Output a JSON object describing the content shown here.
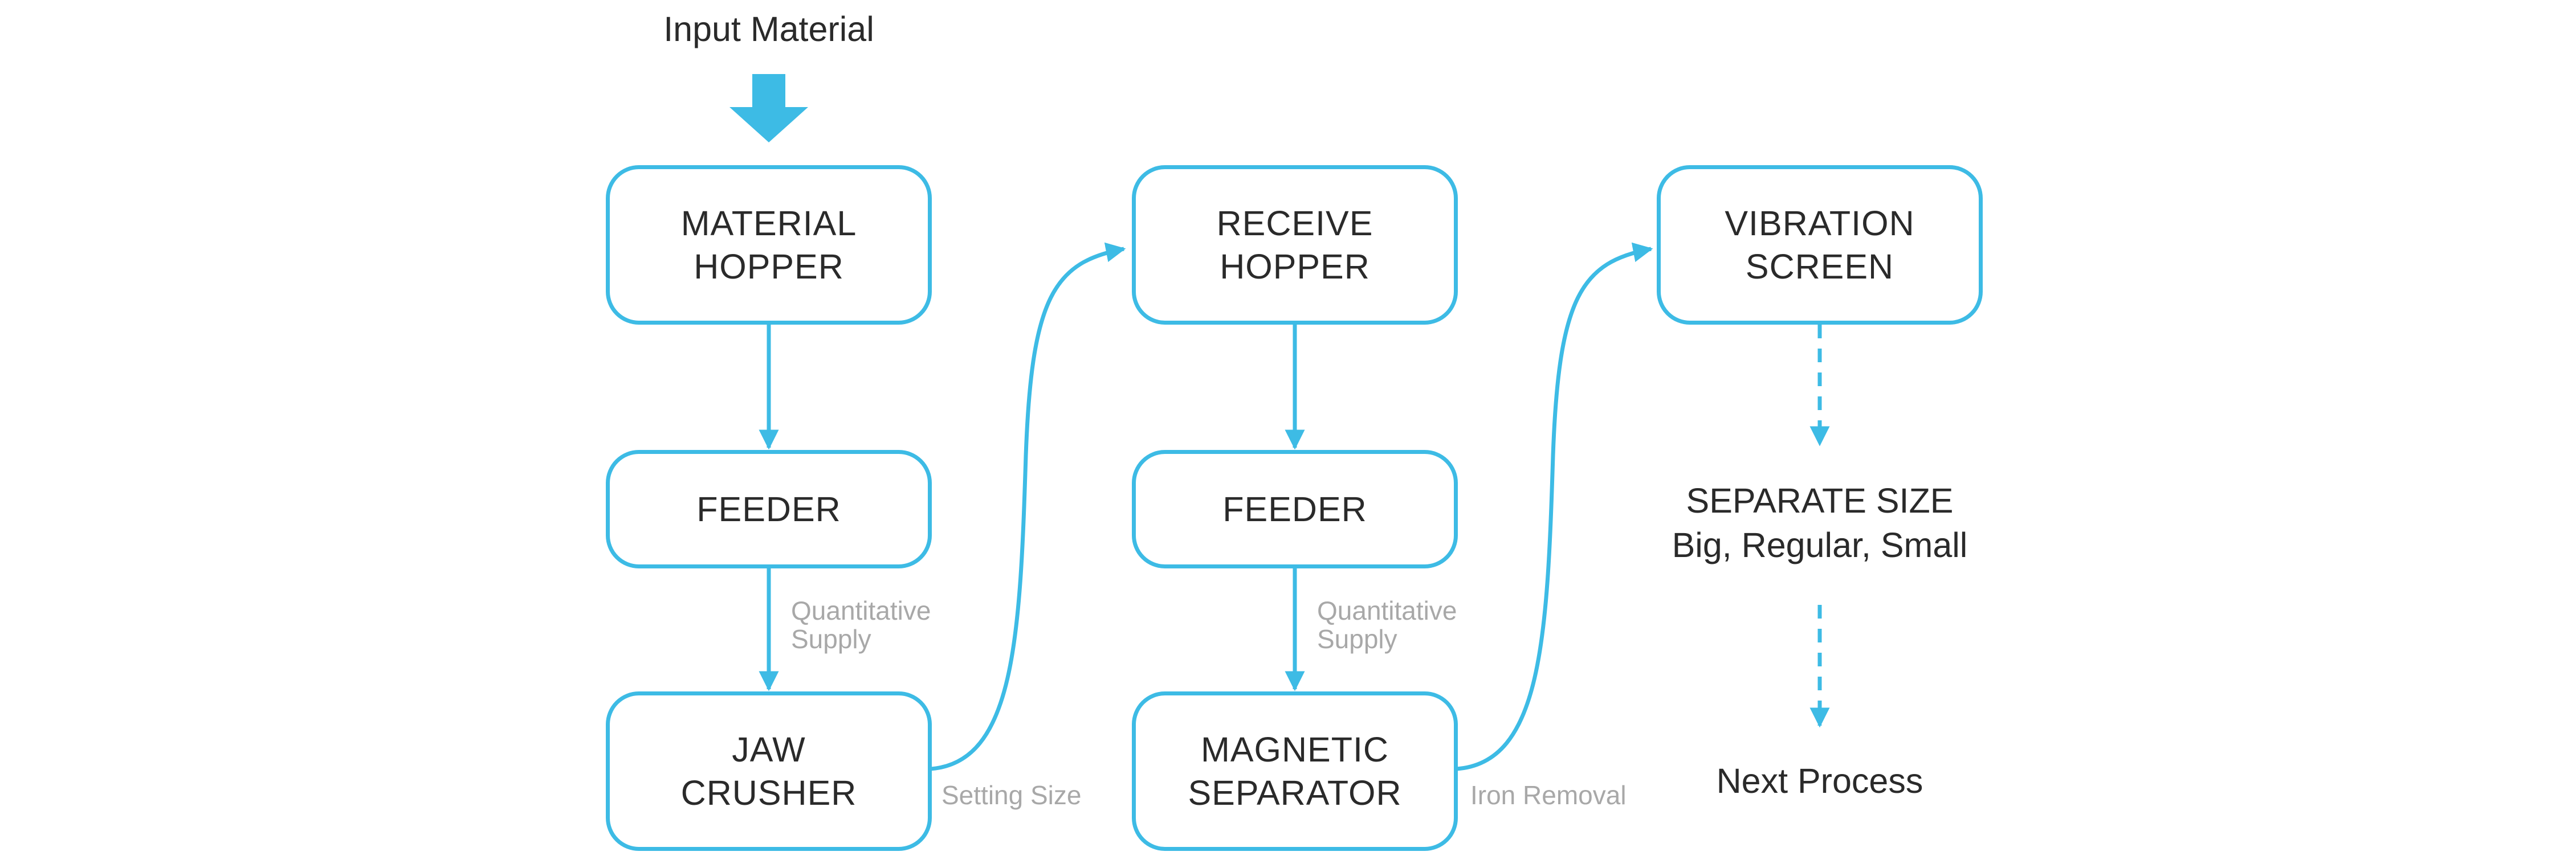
{
  "input_label": "Input Material",
  "boxes": {
    "material_hopper": [
      "MATERIAL",
      "HOPPER"
    ],
    "feeder_1": [
      "FEEDER"
    ],
    "jaw_crusher": [
      "JAW",
      "CRUSHER"
    ],
    "receive_hopper": [
      "RECEIVE",
      "HOPPER"
    ],
    "feeder_2": [
      "FEEDER"
    ],
    "magnetic_separator": [
      "MAGNETIC",
      "SEPARATOR"
    ],
    "vibration_screen": [
      "VIBRATION",
      "SCREEN"
    ]
  },
  "notes": {
    "quantitative_supply_1": [
      "Quantitative",
      "Supply"
    ],
    "setting_size": "Setting Size",
    "quantitative_supply_2": [
      "Quantitative",
      "Supply"
    ],
    "iron_removal": "Iron Removal"
  },
  "separate_size": [
    "SEPARATE SIZE",
    "Big, Regular, Small"
  ],
  "next_process": "Next Process",
  "colors": {
    "accent": "#3dbbe5",
    "note_text": "#a8a8a8",
    "text": "#2a2a2a"
  }
}
